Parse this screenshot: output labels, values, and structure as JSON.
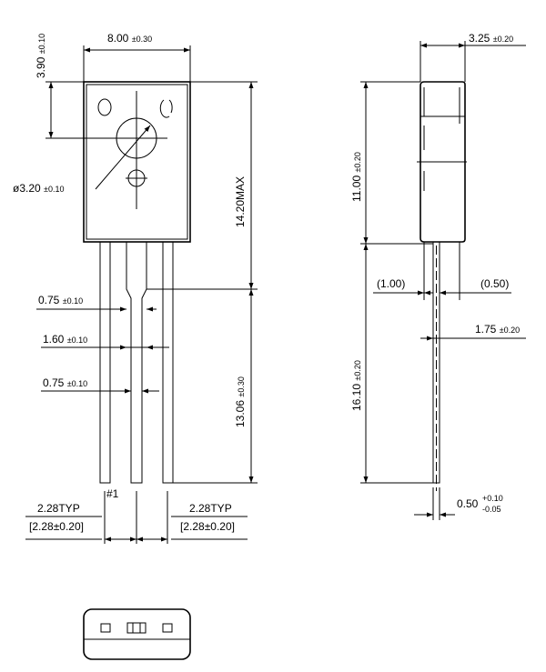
{
  "front_view": {
    "dim_width": {
      "value": "8.00",
      "tol": "±0.30"
    },
    "dim_hole_offset": {
      "value": "3.90",
      "tol": "±0.10"
    },
    "dim_hole_dia": {
      "value": "ø3.20",
      "tol": "±0.10"
    },
    "dim_body_max": {
      "value": "14.20MAX"
    },
    "dim_lead_length": {
      "value": "13.06",
      "tol": "±0.30"
    },
    "dim_lead_width_top": {
      "value": "0.75",
      "tol": "±0.10"
    },
    "dim_lead_shoulder": {
      "value": "1.60",
      "tol": "±0.10"
    },
    "dim_lead_width_bottom": {
      "value": "0.75",
      "tol": "±0.10"
    },
    "pin1_label": "#1",
    "pitch_left": {
      "typ": "2.28TYP",
      "range": "[2.28±0.20]"
    },
    "pitch_right": {
      "typ": "2.28TYP",
      "range": "[2.28±0.20]"
    }
  },
  "side_view": {
    "dim_thickness": {
      "value": "3.25",
      "tol": "±0.20"
    },
    "dim_body_height": {
      "value": "11.00",
      "tol": "±0.20"
    },
    "dim_offset_left": {
      "value": "(1.00)"
    },
    "dim_offset_right": {
      "value": "(0.50)"
    },
    "dim_lead_offset": {
      "value": "1.75",
      "tol": "±0.20"
    },
    "dim_lead_length": {
      "value": "16.10",
      "tol": "±0.20"
    },
    "dim_lead_thickness": {
      "value": "0.50",
      "tol_plus": "+0.10",
      "tol_minus": "-0.05"
    }
  }
}
